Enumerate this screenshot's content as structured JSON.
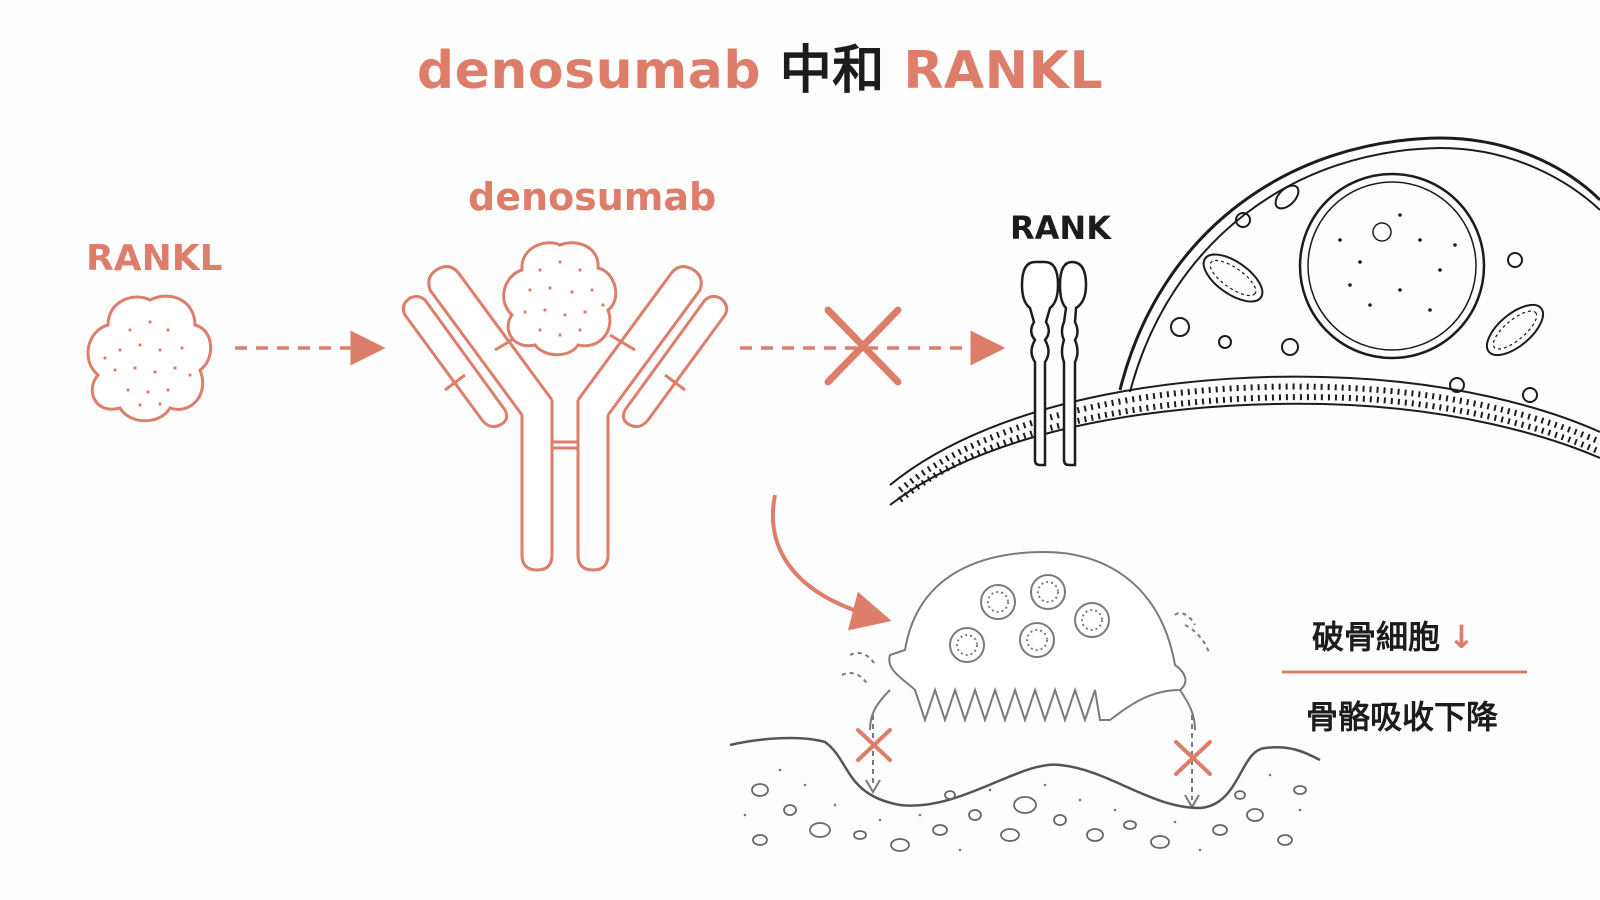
{
  "title": {
    "part1": "denosumab",
    "part2": "中和",
    "part3": "RANKL"
  },
  "labels": {
    "rankl": "RANKL",
    "denosumab": "denosumab",
    "rank": "RANK",
    "osteoclast": "破骨細胞",
    "osteoclast_arrow": "↓",
    "bone_resorption": "骨骼吸收下降"
  },
  "colors": {
    "accent": "#dd7e6a",
    "ink": "#1c1c1c",
    "line": "#555555"
  },
  "icons": {
    "rankl_blob": "rankl-molecule-icon",
    "antibody": "antibody-icon",
    "block_mark": "x-mark-icon",
    "rank_receptor": "rank-receptor-icon",
    "cell": "cell-icon",
    "osteoclast": "osteoclast-icon",
    "bone": "bone-surface-icon"
  }
}
